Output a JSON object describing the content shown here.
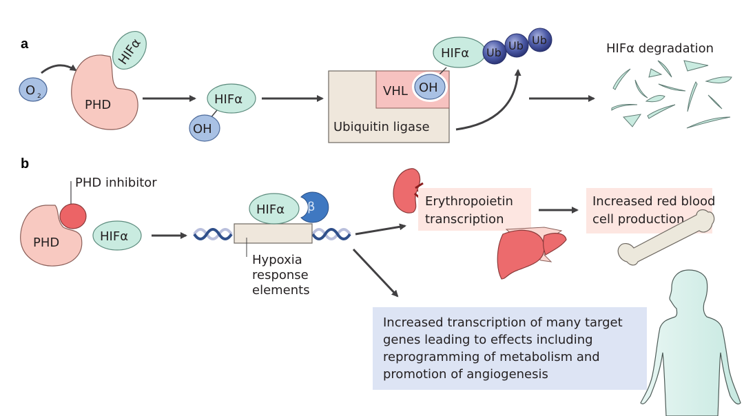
{
  "figure": {
    "panel_a": {
      "label": "a",
      "o2": {
        "main": "O",
        "sub": "2"
      },
      "phd": "PHD",
      "hif_bound": "HIFα",
      "hif_oh": {
        "hif": "HIFα",
        "oh": "OH"
      },
      "ligase": {
        "vhl": "VHL",
        "oh": "OH",
        "ligase": "Ubiquitin ligase",
        "hif": "HIFα",
        "ub": [
          "Ub",
          "Ub",
          "Ub"
        ]
      },
      "degradation": "HIFα degradation"
    },
    "panel_b": {
      "label": "b",
      "inhibitor": "PHD inhibitor",
      "phd": "PHD",
      "hif": "HIFα",
      "complex": {
        "hif": "HIFα",
        "beta": "β"
      },
      "hre": [
        "Hypoxia",
        "response",
        "elements"
      ],
      "epo": [
        "Erythropoietin",
        "transcription"
      ],
      "rbc": [
        "Increased red blood",
        "cell production"
      ],
      "targets": [
        "Increased transcription of many target",
        "genes leading to effects including",
        "reprogramming of metabolism and",
        "promotion of angiogenesis"
      ]
    },
    "colors": {
      "phd": "#f8c9c1",
      "hif": "#c9ebe0",
      "oh": "#a9c1e4",
      "ub": "#3d4a8e",
      "ligase_box": "#efe7dc",
      "vhl_box": "#f7c2c0",
      "inhibitor": "#ec6466",
      "beta": "#3f78c1",
      "epo_box": "#fde6e1",
      "target_box": "#dde4f4",
      "organ": "#ec6b6d",
      "body": "#d8f0eb",
      "arrow": "#414042"
    }
  }
}
